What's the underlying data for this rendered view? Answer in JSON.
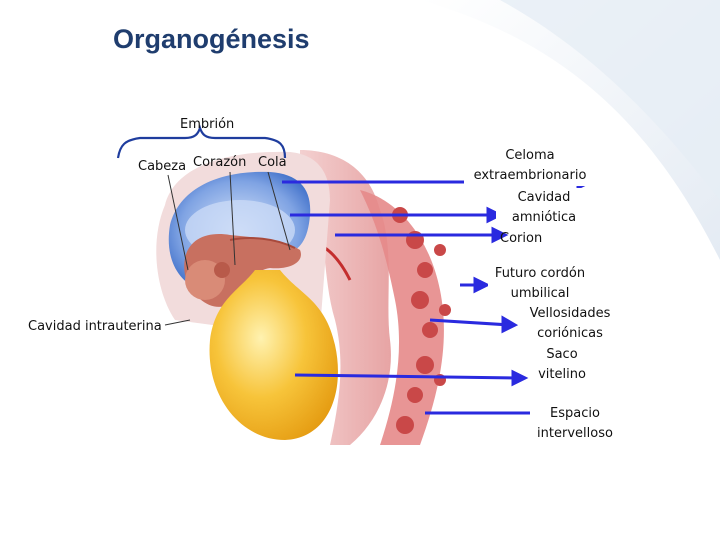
{
  "slide": {
    "title": "Organogénesis"
  },
  "labels": {
    "embryo": "Embrión",
    "head": "Cabeza",
    "heart": "Corazón",
    "tail": "Cola",
    "uterine_cavity": "Cavidad intrauterina",
    "extraembryonic_coelom_1": "Celoma",
    "extraembryonic_coelom_2": "extraembrionario",
    "amniotic_cavity_1": "Cavidad",
    "amniotic_cavity_2": "amniótica",
    "chorion": "Corion",
    "umbilical_cord_1": "Futuro cordón",
    "umbilical_cord_2": "umbilical",
    "chorionic_villi_1": "Vellosidades",
    "chorionic_villi_2": "coriónicas",
    "yolk_sac_1": "Saco",
    "yolk_sac_2": "vitelino",
    "intervillous_space_1": "Espacio",
    "intervillous_space_2": "intervelloso"
  },
  "colors": {
    "title": "#1f3d6e",
    "arrow": "#2a2adf",
    "brace": "#1f3d9e",
    "uterus_wall": "#e8b3b3",
    "amnion_blue": "#4f7cd0",
    "yolk": "#f5b92a",
    "embryo": "#c8705e",
    "villi": "#d45a5a"
  }
}
